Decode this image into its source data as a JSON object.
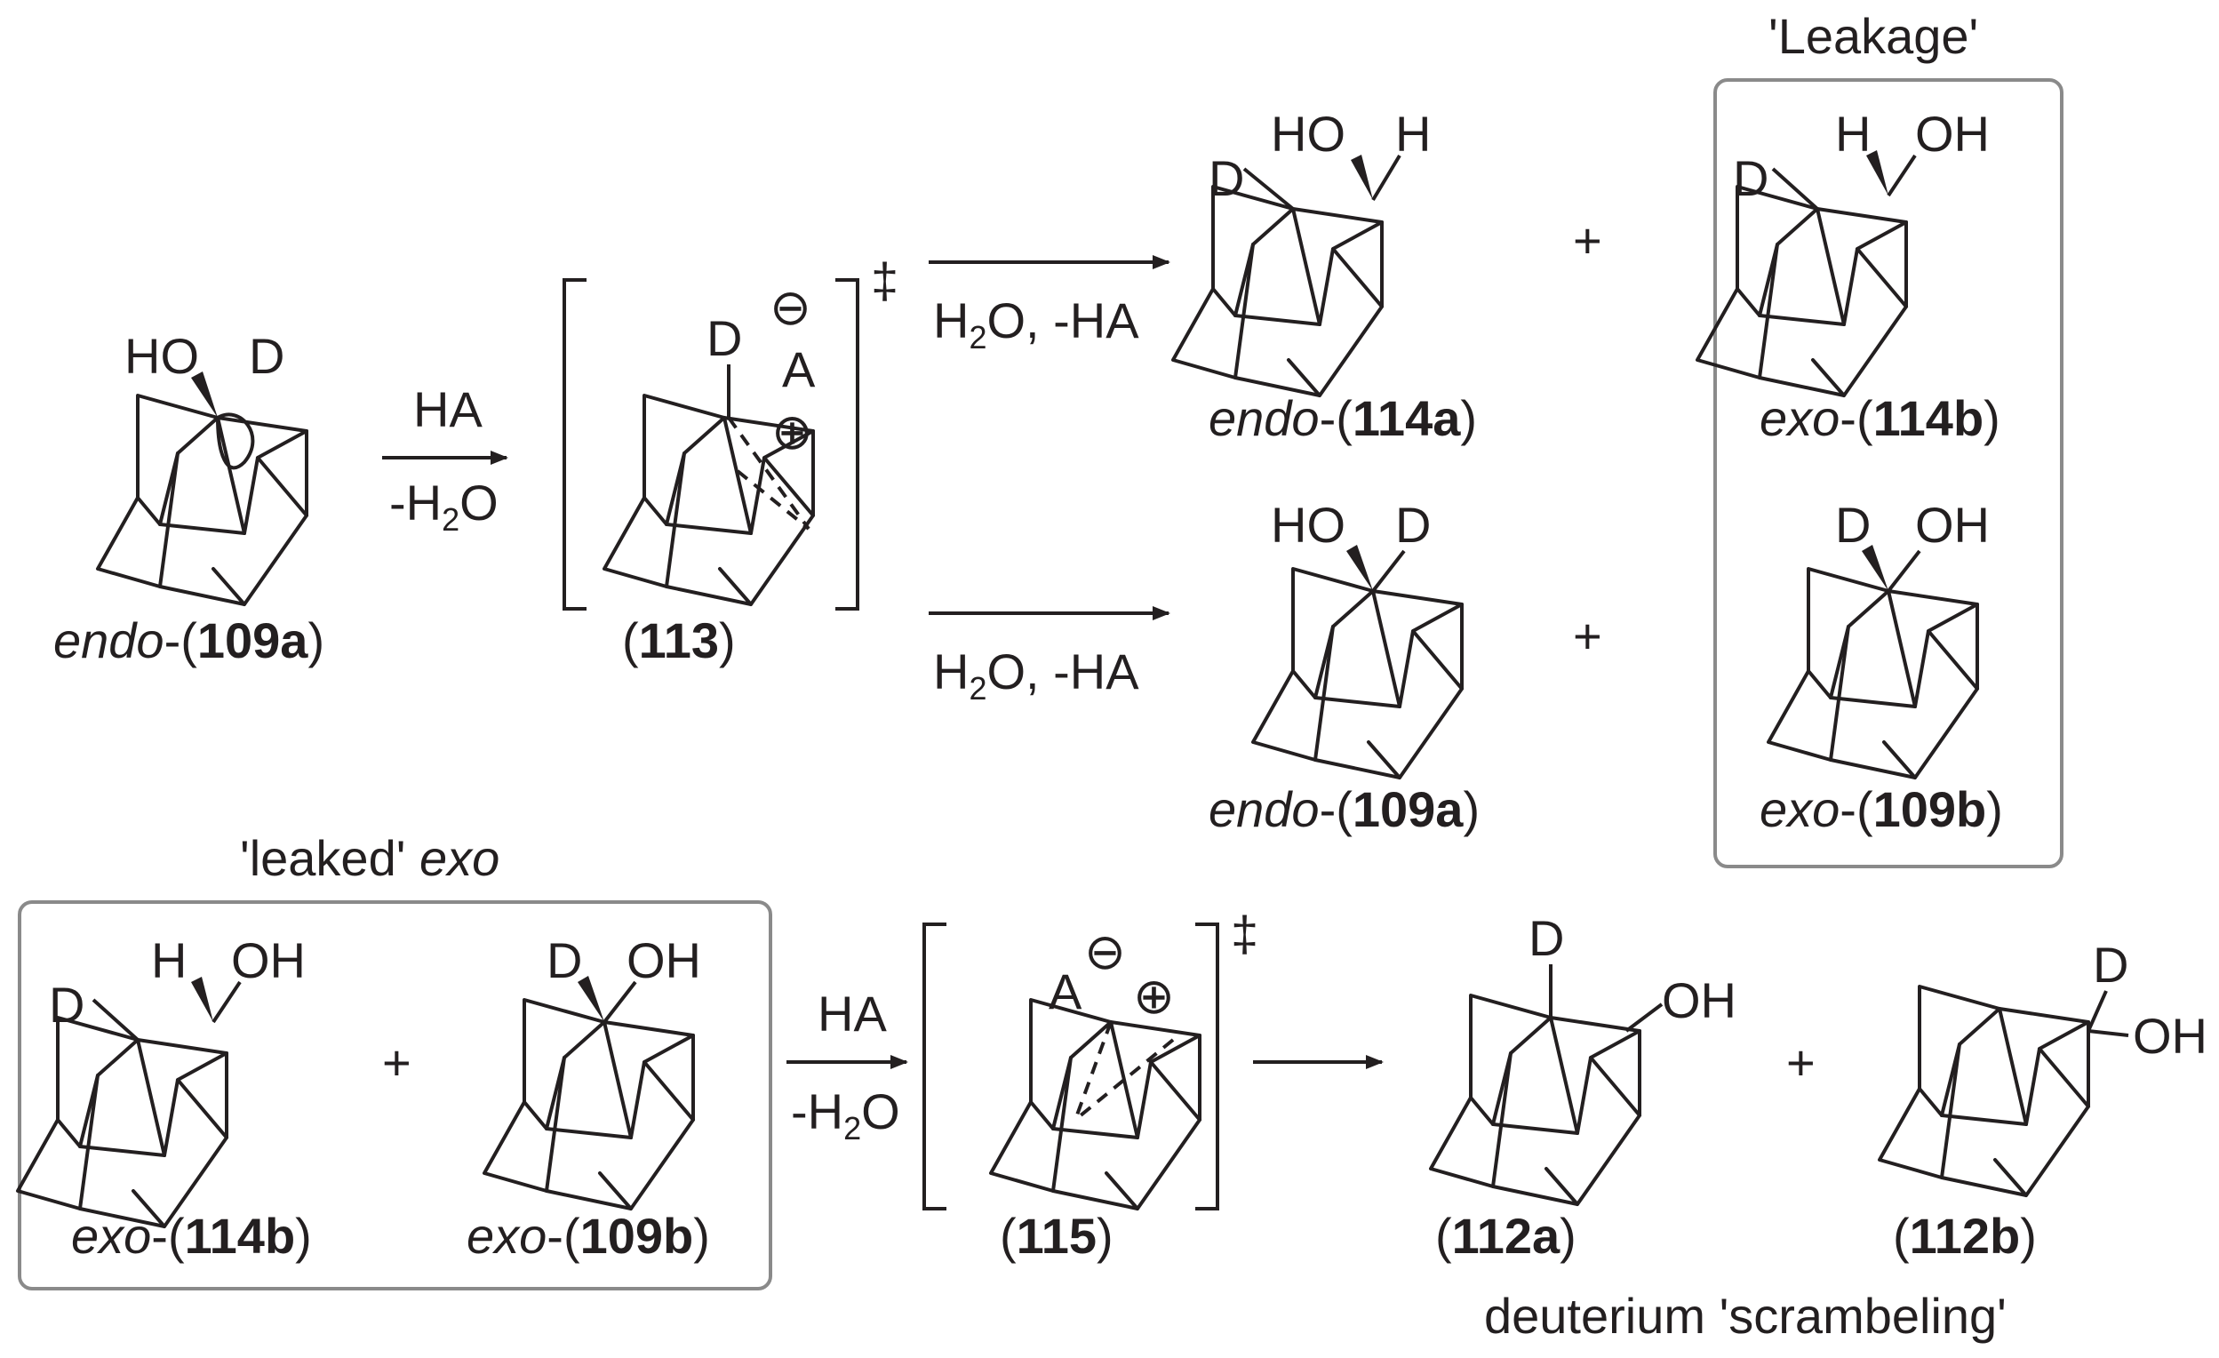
{
  "atoms": {
    "ho": "HO",
    "oh": "OH",
    "h": "H",
    "d": "D",
    "a": "A"
  },
  "charges": {
    "minus": "⊖",
    "plus": "⊕",
    "ts": "‡"
  },
  "conditions": {
    "ha": "HA",
    "minus_h2o_pre": "-H",
    "minus_h2o_post": "O",
    "h2o_pre": "H",
    "h2o_post": "O, -HA",
    "sub_2": "2"
  },
  "compounds": {
    "c109a_left": {
      "prefix": "endo",
      "dash": "-(",
      "num": "109a",
      "close": ")"
    },
    "c113": {
      "open": "(",
      "num": "113",
      "close": ")"
    },
    "c114a": {
      "prefix": "endo",
      "dash": "-(",
      "num": "114a",
      "close": ")"
    },
    "c114b_top": {
      "prefix": "exo",
      "dash": "-(",
      "num": "114b",
      "close": ")"
    },
    "c109a_mid": {
      "prefix": "endo",
      "dash": "-(",
      "num": "109a",
      "close": ")"
    },
    "c109b_top": {
      "prefix": "exo",
      "dash": "-(",
      "num": "109b",
      "close": ")"
    },
    "c114b_box": {
      "prefix": "exo",
      "dash": "-(",
      "num": "114b",
      "close": ")"
    },
    "c109b_box": {
      "prefix": "exo",
      "dash": "-(",
      "num": "109b",
      "close": ")"
    },
    "c115": {
      "open": "(",
      "num": "115",
      "close": ")"
    },
    "c112a": {
      "open": "(",
      "num": "112a",
      "close": ")"
    },
    "c112b": {
      "open": "(",
      "num": "112b",
      "close": ")"
    }
  },
  "plus_sign": "+",
  "headings": {
    "leakage": "'Leakage'",
    "leaked_pre": "'leaked' ",
    "leaked_exo": "exo",
    "scrambling": "deuterium 'scrambeling'"
  }
}
